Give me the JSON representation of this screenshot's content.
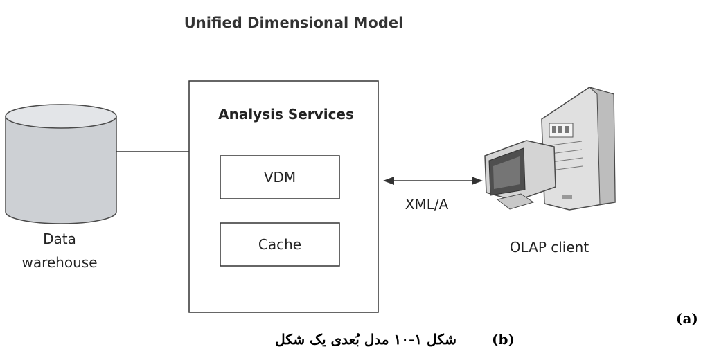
{
  "diagram": {
    "title": "Unified Dimensional Model",
    "server_box": {
      "title": "Analysis Services",
      "components": [
        "VDM",
        "Cache"
      ]
    },
    "data_warehouse": {
      "label_line1": "Data",
      "label_line2": "warehouse"
    },
    "protocol_label": "XML/A",
    "client_label": "OLAP client"
  },
  "caption": {
    "marker_a": "(a)",
    "marker_b": "(b)",
    "text": "شکل ۱-۱۰ مدل بُعدی یک شکل"
  }
}
